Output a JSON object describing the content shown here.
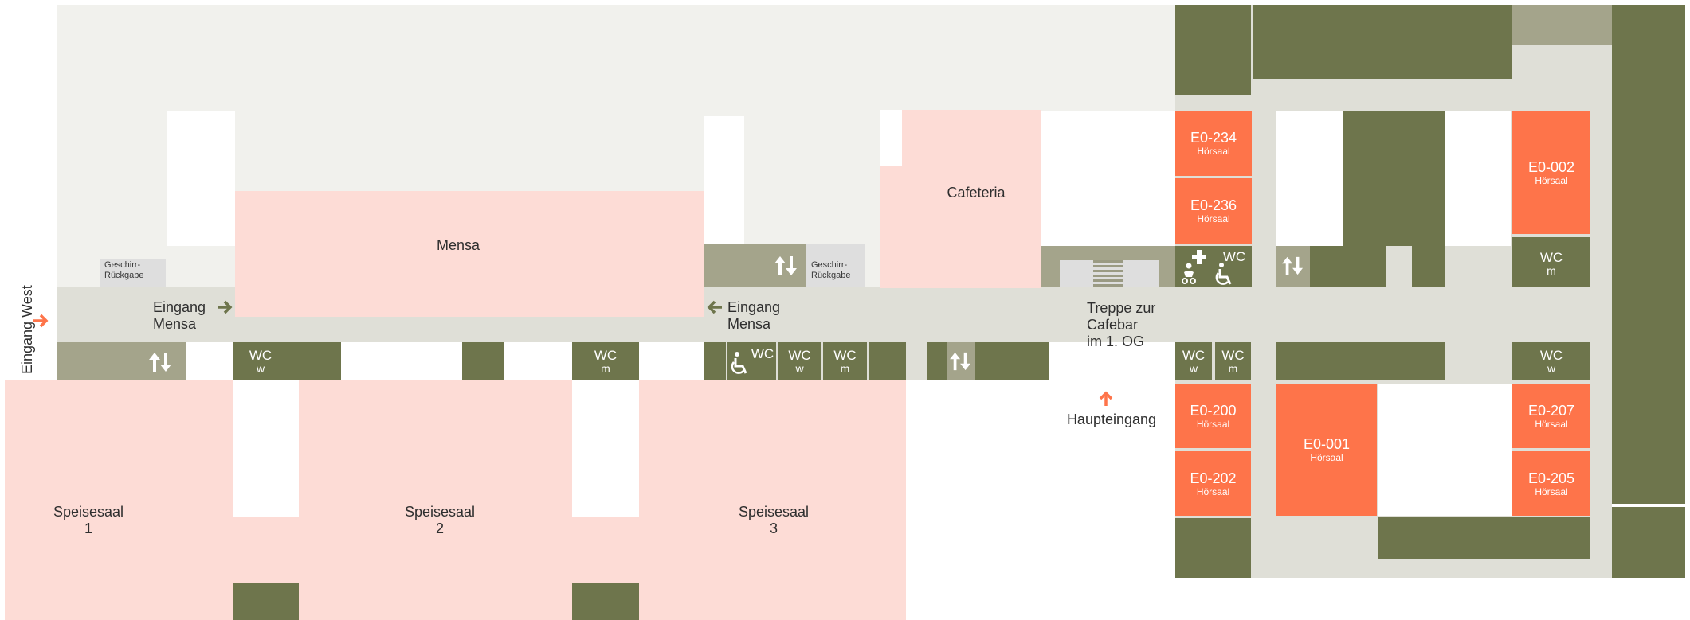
{
  "labels": {
    "mensa": "Mensa",
    "cafeteria": "Cafeteria",
    "speisesaal_1": [
      "Speisesaal",
      "1"
    ],
    "speisesaal_2": [
      "Speisesaal",
      "2"
    ],
    "speisesaal_3": [
      "Speisesaal",
      "3"
    ],
    "eingang_mensa_1": [
      "Eingang",
      "Mensa"
    ],
    "eingang_mensa_2": [
      "Eingang",
      "Mensa"
    ],
    "treppe": [
      "Treppe zur",
      "Cafebar",
      "im 1. OG"
    ],
    "haupteingang": "Haupteingang",
    "eingang_west": "Eingang West",
    "geschirr_1": [
      "Geschirr-",
      "Rückgabe"
    ],
    "geschirr_2": [
      "Geschirr-",
      "Rückgabe"
    ]
  },
  "rooms": [
    {
      "id": "E0-234",
      "type": "Hörsaal"
    },
    {
      "id": "E0-236",
      "type": "Hörsaal"
    },
    {
      "id": "E0-002",
      "type": "Hörsaal"
    },
    {
      "id": "E0-200",
      "type": "Hörsaal"
    },
    {
      "id": "E0-202",
      "type": "Hörsaal"
    },
    {
      "id": "E0-001",
      "type": "Hörsaal"
    },
    {
      "id": "E0-207",
      "type": "Hörsaal"
    },
    {
      "id": "E0-205",
      "type": "Hörsaal"
    }
  ],
  "wc": {
    "label": "WC",
    "w": "w",
    "m": "m"
  },
  "colors": {
    "dark_block": "#6e754c",
    "lecture_hall": "#fe744a",
    "dining": "#fddcd6",
    "entrance_arrow": "#fe744a",
    "arrow_green": "#6e754c"
  },
  "icons": [
    "elevator-icon",
    "wheelchair-icon",
    "baby-changing-icon",
    "first-aid-icon",
    "arrow-right-icon",
    "arrow-left-icon",
    "arrow-up-icon"
  ]
}
